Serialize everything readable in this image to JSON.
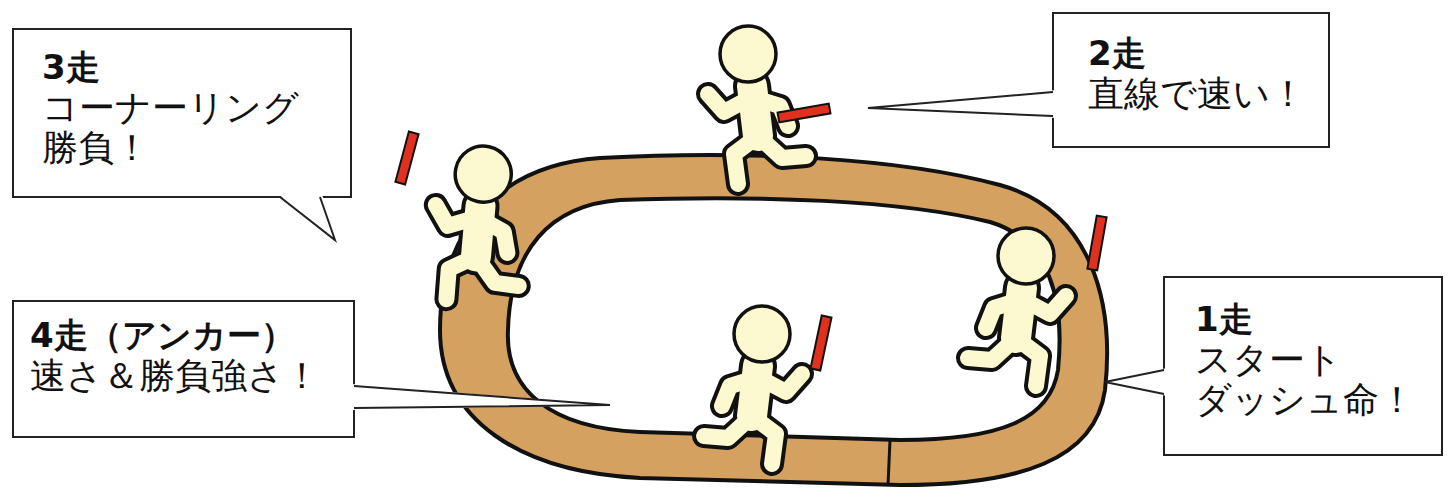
{
  "diagram": {
    "nodes": [
      {
        "text": [
          "3走",
          "コーナーリング 勝負！"
        ]
      },
      {
        "text": [
          "2走",
          "直線で速い！"
        ]
      },
      {
        "text": [
          "4走（アンカー）",
          "速さ＆勝負強さ！"
        ]
      },
      {
        "text": [
          "1走",
          "スタート ダッシュ命！"
        ]
      }
    ]
  }
}
